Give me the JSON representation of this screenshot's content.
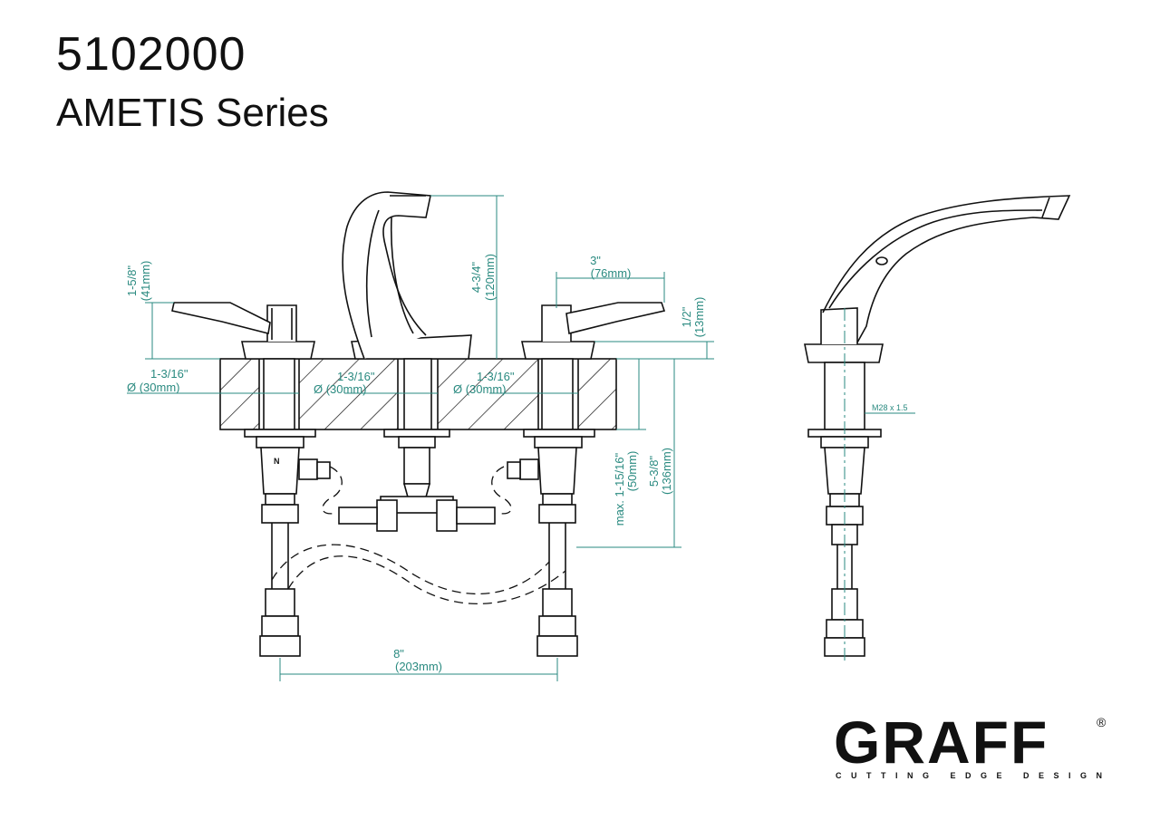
{
  "header": {
    "model_number": "5102000",
    "series_name": "AMETIS Series"
  },
  "dimensions": {
    "handle_height": [
      "1-5/8\"",
      "(41mm)"
    ],
    "spout_height": [
      "4-3/4\"",
      "(120mm)"
    ],
    "handle_offset": [
      "3\"",
      "(76mm)"
    ],
    "handle_base": [
      "1/2\"",
      "(13mm)"
    ],
    "hole_left": [
      "1-3/16\"",
      "Ø (30mm)"
    ],
    "hole_center": [
      "1-3/16\"",
      "Ø (30mm)"
    ],
    "hole_right": [
      "1-3/16\"",
      "Ø (30mm)"
    ],
    "deck_max": [
      "max. 1-15/16\"",
      "(50mm)"
    ],
    "below_deck": [
      "5-3/8\"",
      "(136mm)"
    ],
    "spread": [
      "8\"",
      "(203mm)"
    ],
    "thread": "M28 x 1.5",
    "valve_marker": "N"
  },
  "brand": {
    "name": "GRAFF",
    "registered": "®",
    "tagline": "CUTTING EDGE DESIGN"
  },
  "colors": {
    "dimension_lines": "#2a8a80",
    "drawing_lines": "#111111"
  }
}
